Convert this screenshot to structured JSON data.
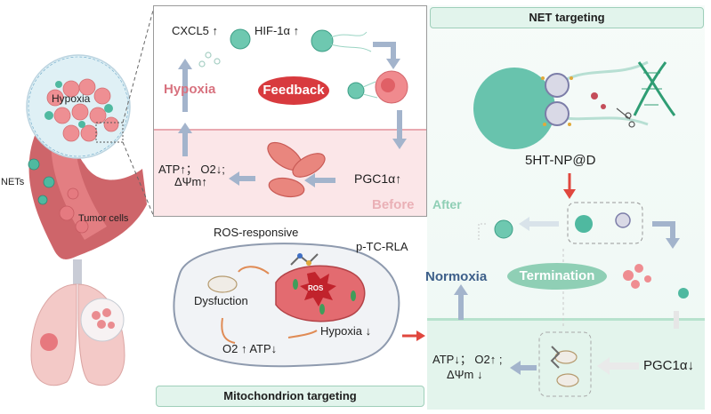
{
  "left_illustration": {
    "hypoxia_label": "Hypoxia",
    "nets_label": "NETs",
    "tumor_cells_label": "Tumor cells"
  },
  "before_panel": {
    "cxcl5": "CXCL5 ↑",
    "hif": "HIF-1α ↑",
    "hypoxia": "Hypoxia",
    "feedback": "Feedback",
    "atp_o2": "ATP↑； O2↓;",
    "dpsi": "ΔΨm↑",
    "pgc": "PGC1α↑",
    "before": "Before"
  },
  "net_panel": {
    "title": "NET targeting",
    "nanoparticle": "5HT-NP@D",
    "after": "After",
    "normoxia": "Normoxia",
    "termination": "Termination",
    "atp_line": "ATP↓； O2↑ ;",
    "dpsi": "ΔΨm ↓",
    "pgc": "PGC1α↓"
  },
  "mito_panel": {
    "ros_responsive": "ROS-responsive",
    "ptc": "p-TC-RLA",
    "ros": "ROS",
    "dysfunction": "Dysfuction",
    "o2_atp": "O2 ↑ ATP↓",
    "hypoxia_down": "Hypoxia ↓",
    "title": "Mitochondrion targeting"
  },
  "colors": {
    "red_label": "#d8727f",
    "feedback_red": "#d83a3e",
    "termination_green": "#8fcfb5",
    "normoxia_blue": "#3d5f8a",
    "arrow_blue": "#a3b4cc",
    "arrow_red": "#e0473e",
    "teal": "#5ec2a8"
  }
}
